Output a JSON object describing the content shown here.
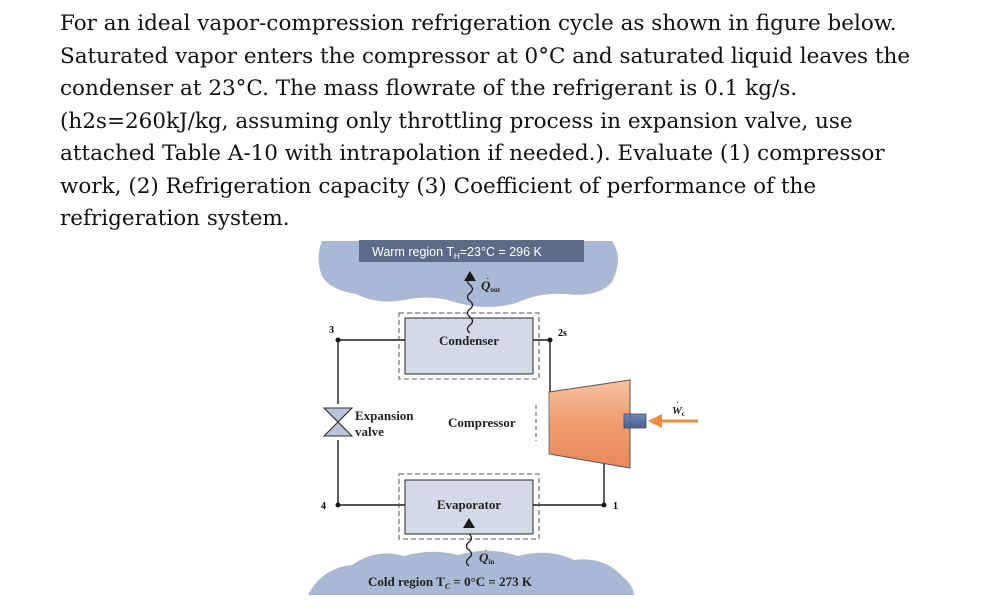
{
  "problem": {
    "lines": [
      "For an ideal vapor-compression refrigeration cycle as shown in figure below.",
      "Saturated vapor enters the compressor at 0°C and saturated liquid leaves the",
      "condenser at 23°C. The mass flowrate of the refrigerant is 0.1 kg/s.",
      "(h2s=260kJ/kg, assuming only throttling process in expansion valve, use",
      "attached Table A-10 with intrapolation if needed.). Evaluate (1) compressor",
      "work, (2) Refrigeration capacity (3) Coefficient of performance of the",
      "refrigeration system."
    ]
  },
  "diagram": {
    "warm_region": {
      "prefix": "Warm region T",
      "sub": "H",
      "suffix": "=23°C = 296 K"
    },
    "cold_region": {
      "prefix": "Cold region T",
      "sub": "C",
      "suffix": " = 0°C = 273 K"
    },
    "q_out": {
      "symbol": "Q",
      "sub": "out"
    },
    "q_in": {
      "symbol": "Q",
      "sub": "in"
    },
    "w_c": {
      "symbol": "W",
      "sub": "c"
    },
    "condenser": "Condenser",
    "evaporator": "Evaporator",
    "compressor": "Compressor",
    "expansion_line1": "Expansion",
    "expansion_line2": "valve",
    "states": {
      "s1": "1",
      "s2s": "2s",
      "s3": "3",
      "s4": "4"
    },
    "colors": {
      "region_fill": "#a9b8d4",
      "box_fill": "#d3d9e6",
      "compressor_fill": "#f0a178",
      "arrow_orange": "#f28a3c",
      "pipe": "#1a1a1a",
      "warm_label_bg": "#5d6b87"
    }
  }
}
